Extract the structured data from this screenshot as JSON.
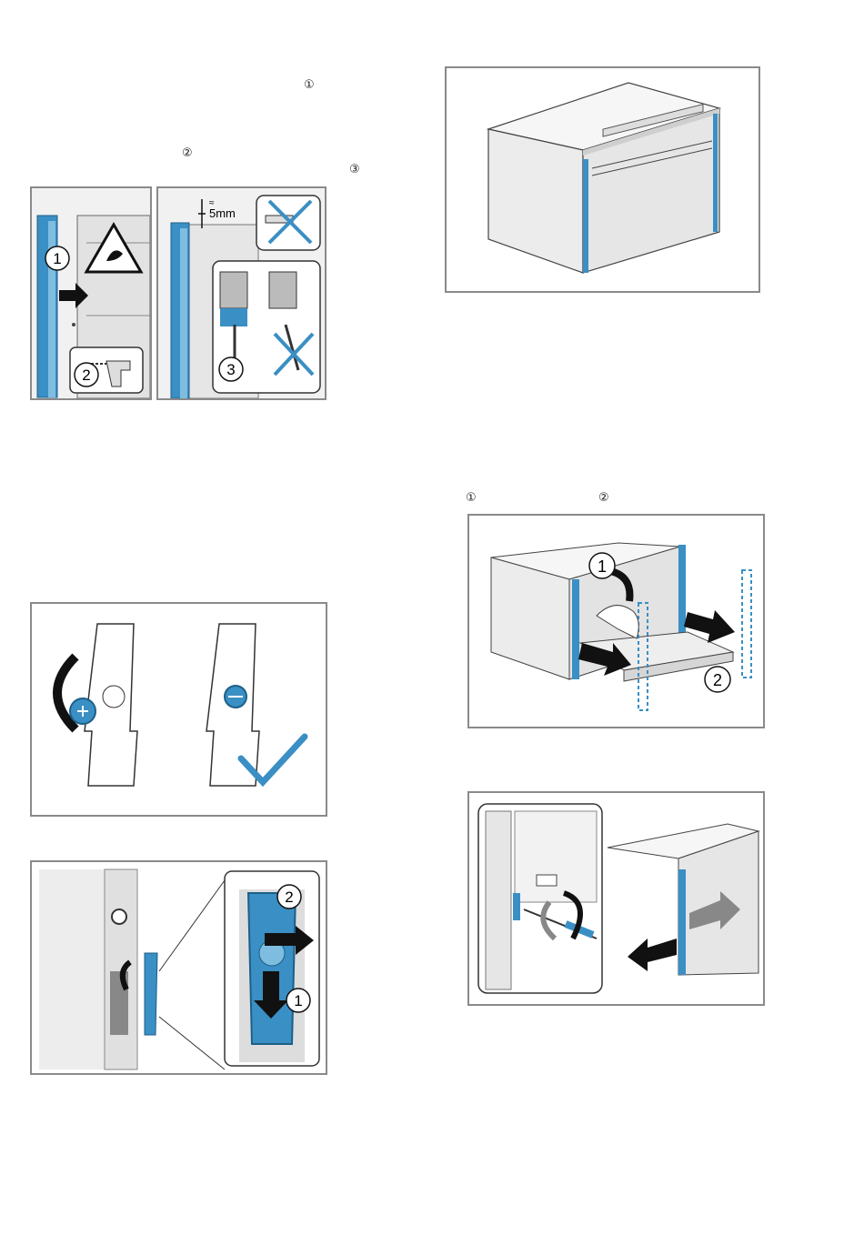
{
  "markers": {
    "left_top_1": "①",
    "left_top_2": "②",
    "left_top_3": "③",
    "right_mid_1": "①",
    "right_mid_2": "②"
  },
  "figures": {
    "mounting": {
      "measure_label": "5mm",
      "measure_symbol": "≈",
      "callouts": [
        "1",
        "2",
        "3"
      ]
    },
    "drawer_removal": {
      "callouts": [
        "1",
        "2"
      ]
    },
    "clip_insert": {
      "callouts": [
        "2",
        "1"
      ]
    }
  },
  "colors": {
    "accent_blue": "#3a8fc4",
    "accent_blue_light": "#7fbde0",
    "frame_gray": "#8a8a8a",
    "appliance_fill": "#eeeeee",
    "arrow": "#1a1a1a"
  }
}
